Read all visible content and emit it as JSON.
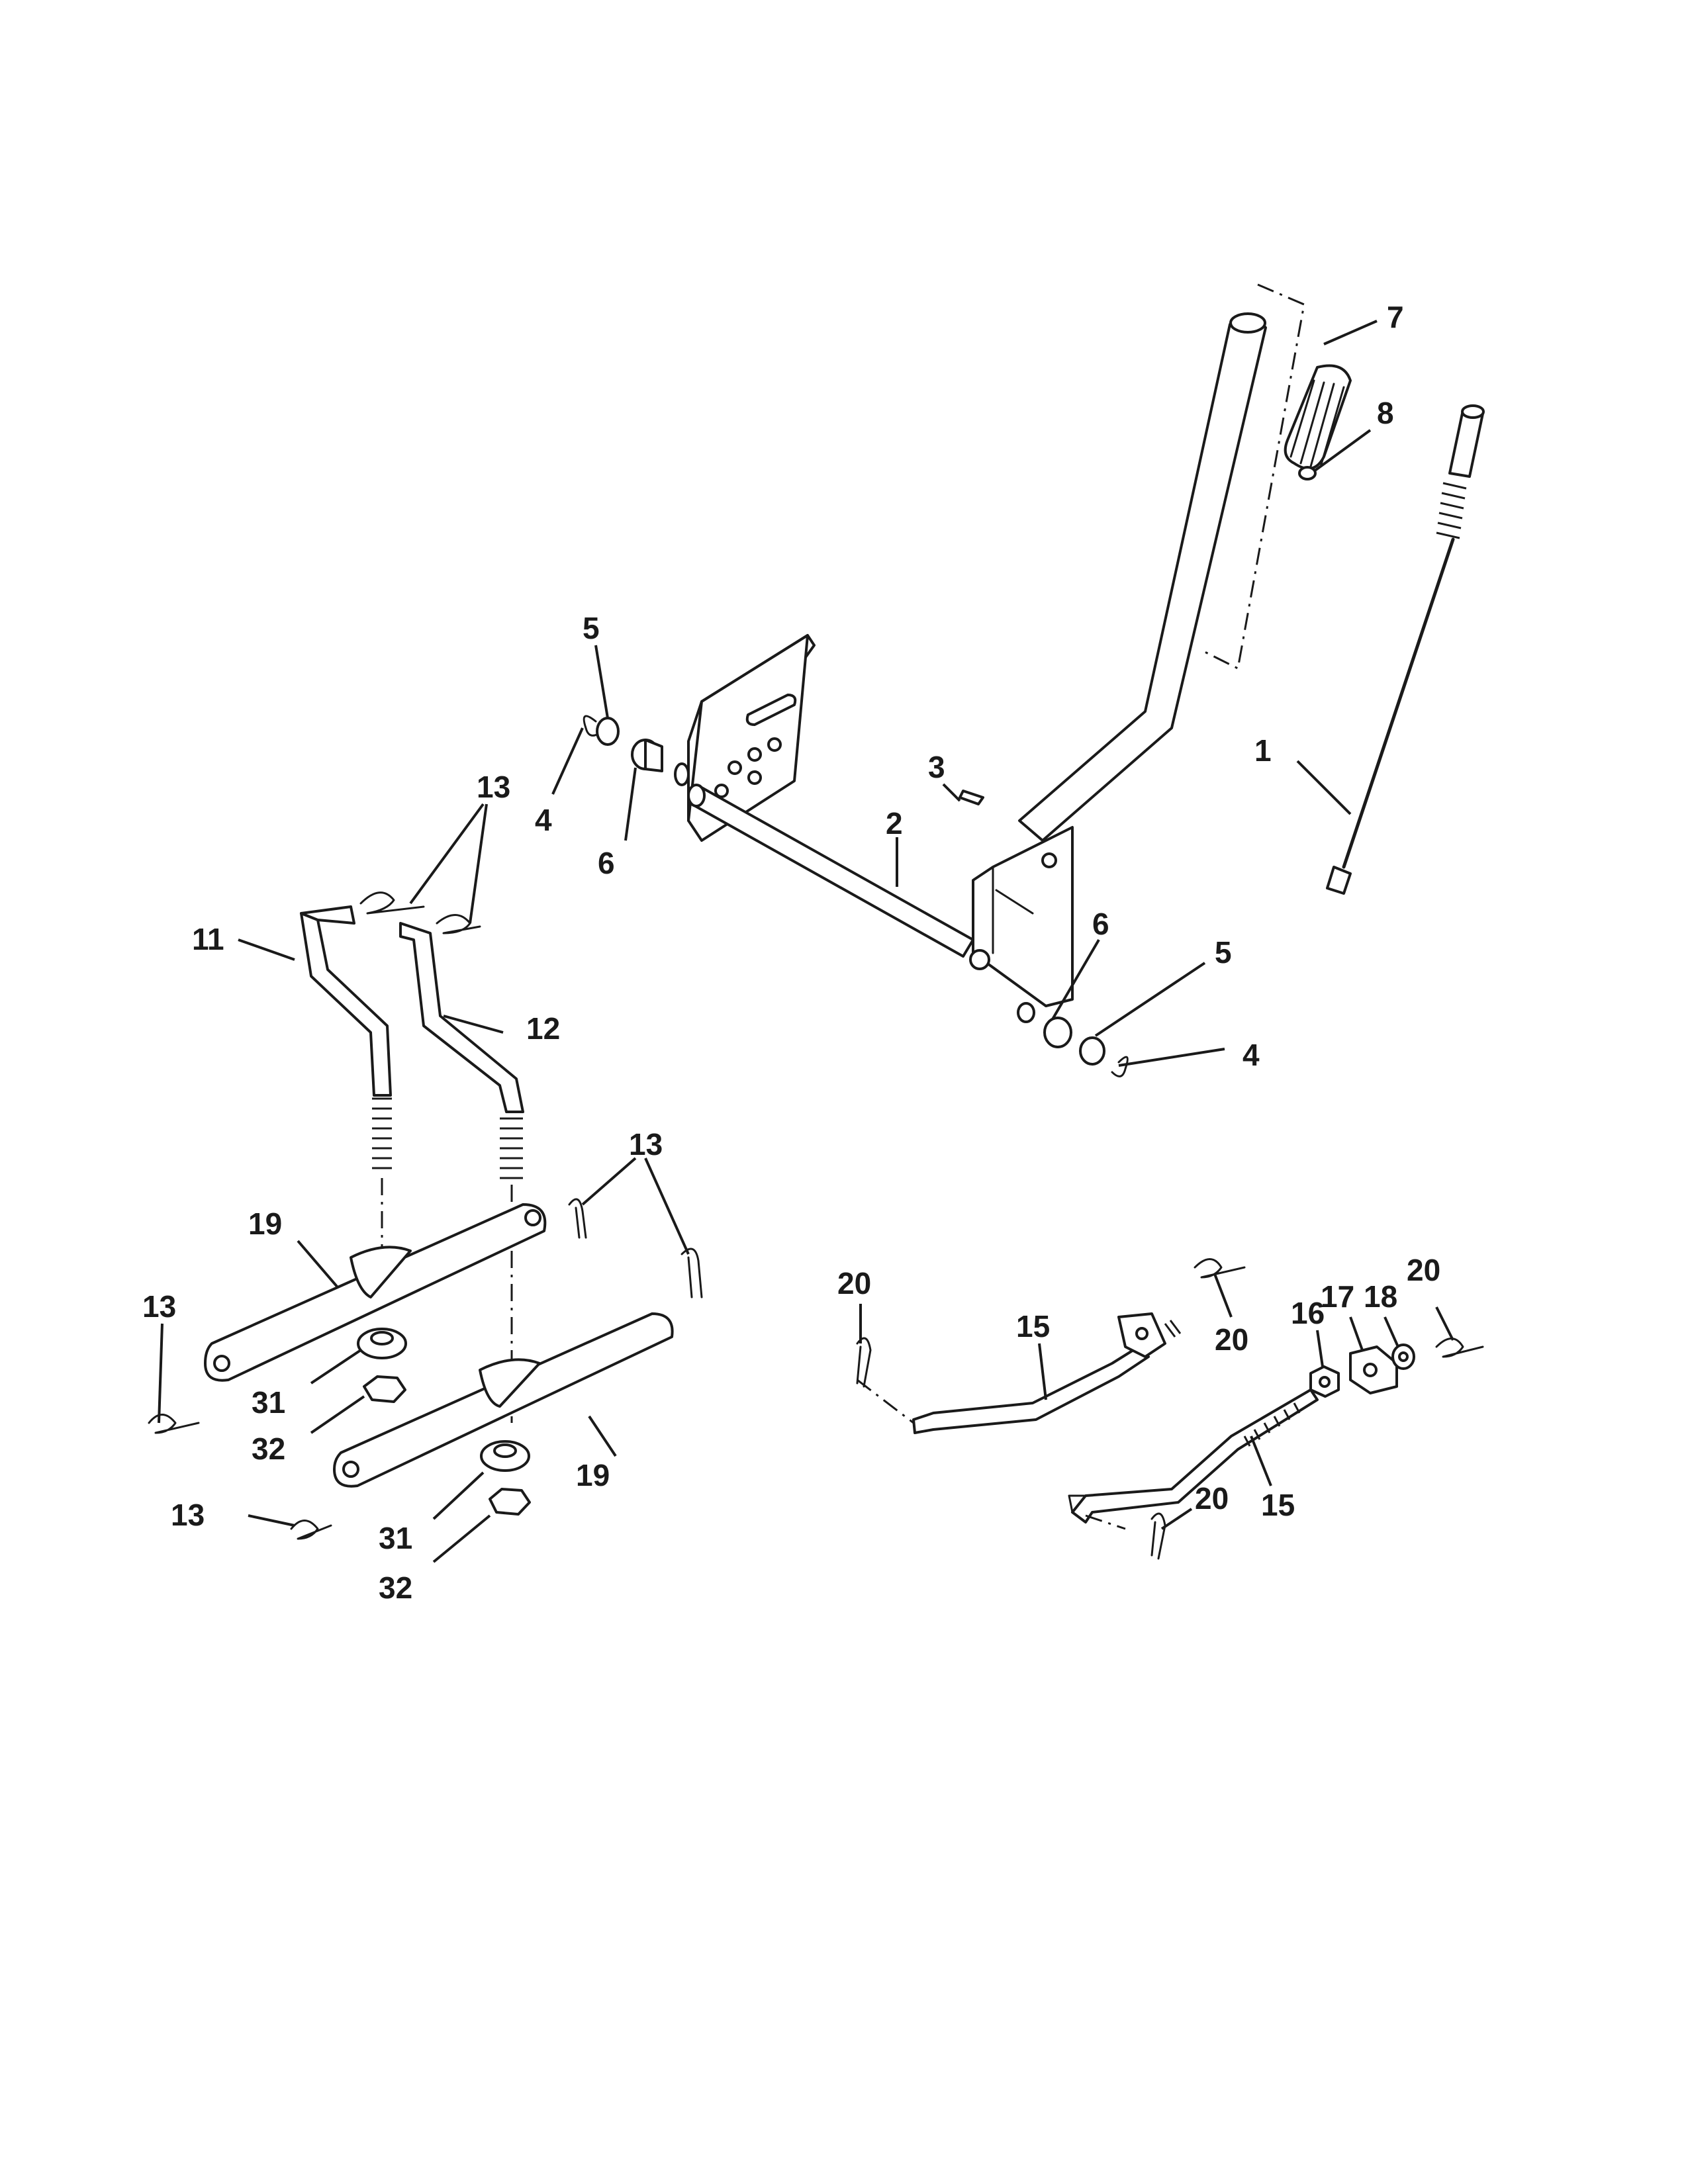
{
  "diagram": {
    "callouts": [
      {
        "id": "c1",
        "label": "1"
      },
      {
        "id": "c2",
        "label": "2"
      },
      {
        "id": "c3",
        "label": "3"
      },
      {
        "id": "c4a",
        "label": "4"
      },
      {
        "id": "c4b",
        "label": "4"
      },
      {
        "id": "c5a",
        "label": "5"
      },
      {
        "id": "c5b",
        "label": "5"
      },
      {
        "id": "c6a",
        "label": "6"
      },
      {
        "id": "c6b",
        "label": "6"
      },
      {
        "id": "c7",
        "label": "7"
      },
      {
        "id": "c8",
        "label": "8"
      },
      {
        "id": "c11",
        "label": "11"
      },
      {
        "id": "c12",
        "label": "12"
      },
      {
        "id": "c13a",
        "label": "13"
      },
      {
        "id": "c13b",
        "label": "13"
      },
      {
        "id": "c13c",
        "label": "13"
      },
      {
        "id": "c13d",
        "label": "13"
      },
      {
        "id": "c15a",
        "label": "15"
      },
      {
        "id": "c15b",
        "label": "15"
      },
      {
        "id": "c16",
        "label": "16"
      },
      {
        "id": "c17",
        "label": "17"
      },
      {
        "id": "c18",
        "label": "18"
      },
      {
        "id": "c19a",
        "label": "19"
      },
      {
        "id": "c19b",
        "label": "19"
      },
      {
        "id": "c20a",
        "label": "20"
      },
      {
        "id": "c20b",
        "label": "20"
      },
      {
        "id": "c20c",
        "label": "20"
      },
      {
        "id": "c20d",
        "label": "20"
      },
      {
        "id": "c31a",
        "label": "31"
      },
      {
        "id": "c31b",
        "label": "31"
      },
      {
        "id": "c32a",
        "label": "32"
      },
      {
        "id": "c32b",
        "label": "32"
      }
    ]
  }
}
